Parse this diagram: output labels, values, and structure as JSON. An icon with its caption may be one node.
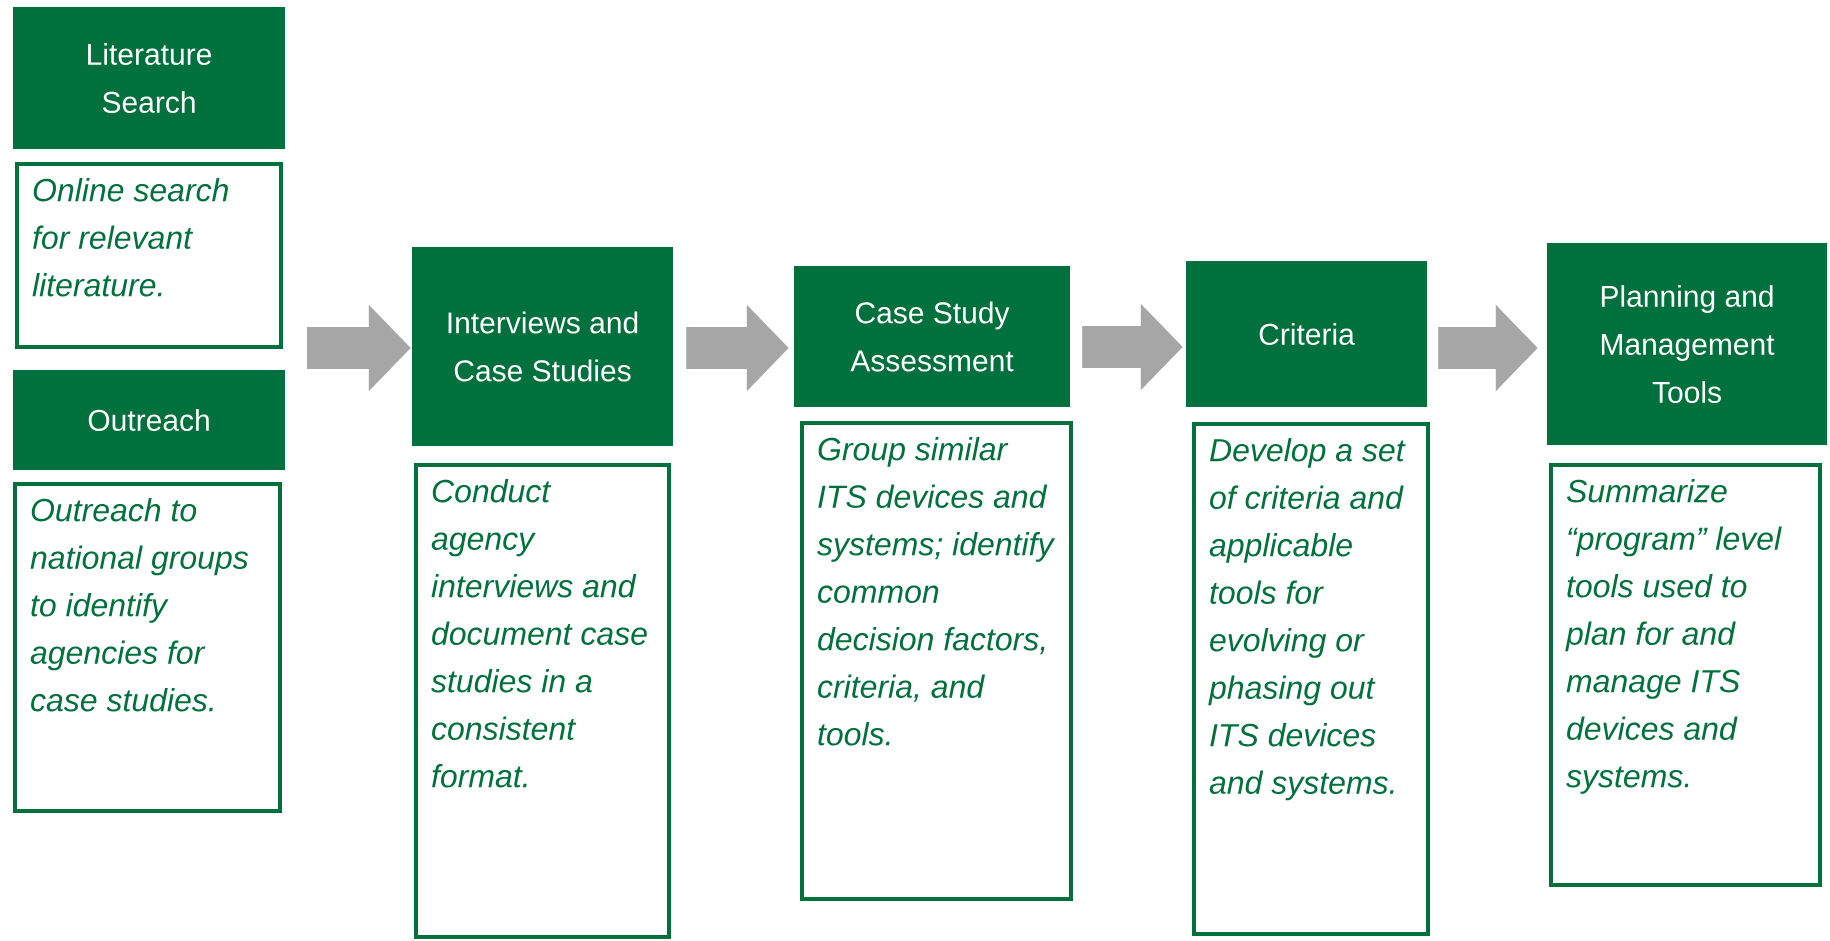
{
  "diagram": {
    "nodes": [
      {
        "text": [
          "Literature Search"
        ]
      },
      {
        "text": [
          "Online search for relevant literature."
        ]
      },
      {
        "text": [
          "Outreach"
        ]
      },
      {
        "text": [
          "Outreach to national groups to identify agencies for case studies."
        ]
      },
      {
        "text": [
          "Interviews and Case Studies"
        ]
      },
      {
        "text": [
          "Conduct agency interviews and document case studies in a consistent format."
        ]
      },
      {
        "text": [
          "Case Study Assessment"
        ]
      },
      {
        "text": [
          "Group similar ITS devices and systems; identify common decision factors, criteria, and tools."
        ]
      },
      {
        "text": [
          "Criteria"
        ]
      },
      {
        "text": [
          "Develop a set of criteria and applicable tools for evolving or phasing out ITS devices and systems."
        ]
      },
      {
        "text": [
          "Planning and Management Tools"
        ]
      },
      {
        "text": [
          "Summarize “program” level tools used to plan for and manage ITS devices and systems."
        ]
      }
    ],
    "edges": [
      {
        "from": 1,
        "to": 4,
        "arrow": "to"
      },
      {
        "from": 4,
        "to": 6,
        "arrow": "to"
      },
      {
        "from": 6,
        "to": 8,
        "arrow": "to"
      },
      {
        "from": 8,
        "to": 10,
        "arrow": "to"
      }
    ]
  }
}
